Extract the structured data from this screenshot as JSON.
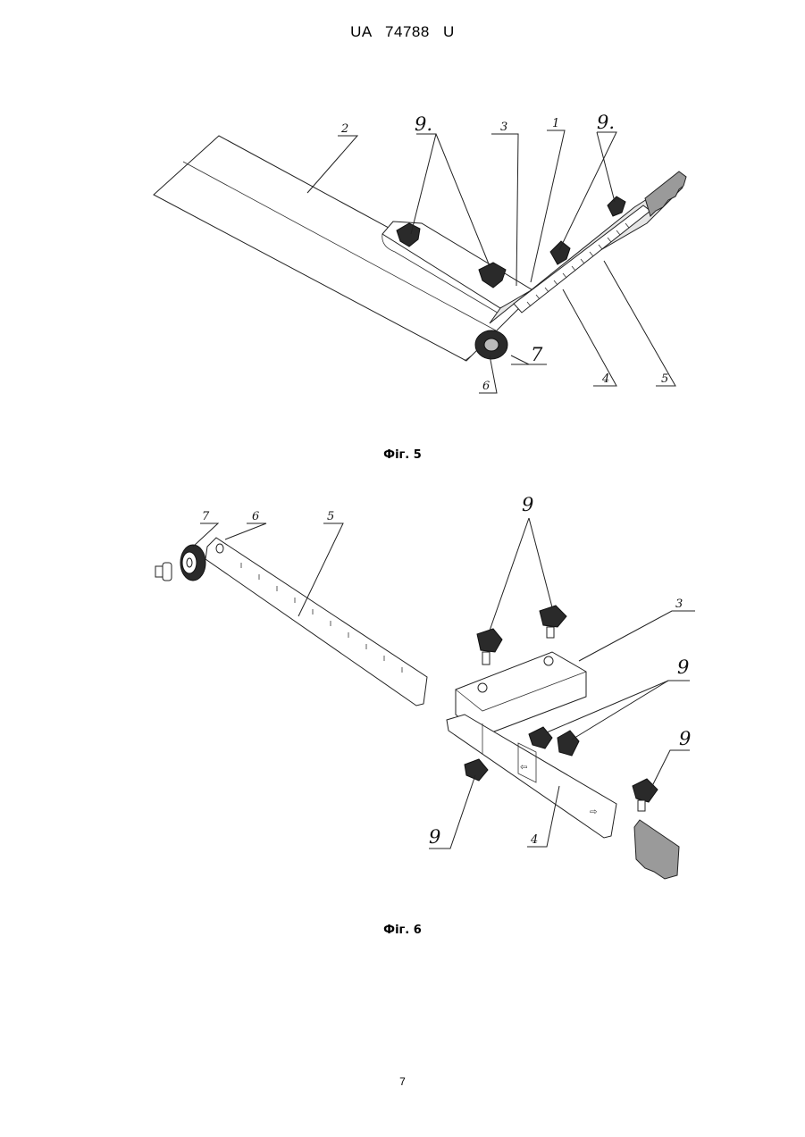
{
  "header": {
    "text": "UA 74788 U"
  },
  "figure5": {
    "caption": "Фіг. 5",
    "labels": {
      "l1": "1",
      "l2": "2",
      "l3": "3",
      "l4": "4",
      "l5": "5",
      "l6": "6",
      "l7": "7",
      "l9a": "9.",
      "l9b": "9."
    }
  },
  "figure6": {
    "caption": "Фіг. 6",
    "labels": {
      "l3": "3",
      "l4": "4",
      "l5": "5",
      "l6": "6",
      "l7": "7",
      "l9a": "9",
      "l9b": "9",
      "l9c": "9",
      "l9d": "9"
    }
  },
  "page_number": "7"
}
